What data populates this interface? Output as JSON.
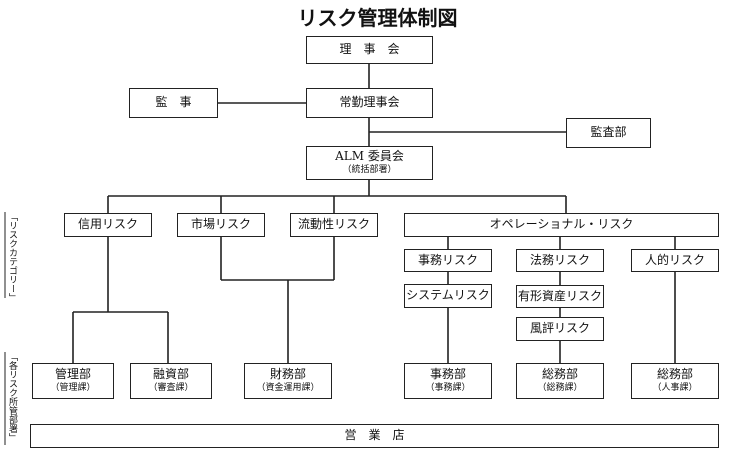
{
  "title": "リスク管理体制図",
  "side_labels": {
    "category": "「リスクカテゴリー」",
    "department": "「各リスク所管部署」"
  },
  "nodes": {
    "board": "理　事　会",
    "audit": "監　事",
    "executive": "常勤理事会",
    "audit_dept": "監査部",
    "alm": "ALM 委員会",
    "alm_sub": "（統括部署）",
    "credit": "信用リスク",
    "market": "市場リスク",
    "liquidity": "流動性リスク",
    "operational": "オペレーショナル・リスク",
    "admin_risk": "事務リスク",
    "legal_risk": "法務リスク",
    "hr_risk": "人的リスク",
    "system_risk": "システムリスク",
    "asset_risk": "有形資産リスク",
    "reputation_risk": "風評リスク",
    "mgmt_dept": "管理部",
    "mgmt_dept_sub": "（管理課）",
    "finance_dept": "融資部",
    "finance_dept_sub": "（審査課）",
    "treasury_dept": "財務部",
    "treasury_dept_sub": "（資金運用課）",
    "admin_dept": "事務部",
    "admin_dept_sub": "（事務課）",
    "general_dept": "総務部",
    "general_dept_sub": "（総務課）",
    "general_dept2": "総務部",
    "general_dept2_sub": "（人事課）",
    "branch": "営　業　店"
  }
}
